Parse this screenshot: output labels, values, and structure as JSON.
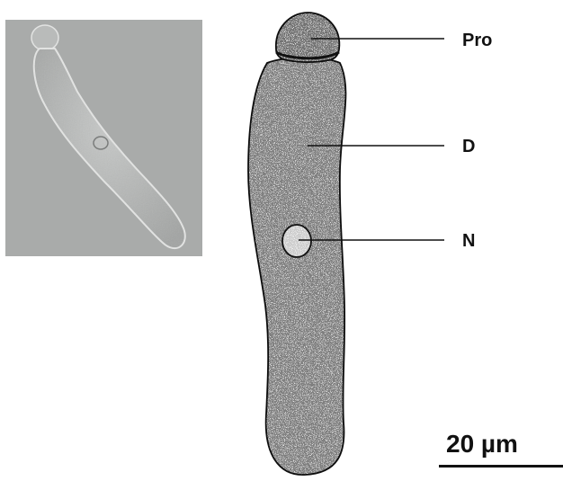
{
  "labels": {
    "protomerite": "Pro",
    "deutomerite": "D",
    "nucleus": "N"
  },
  "scale_bar": {
    "text": "20 µm"
  },
  "colors": {
    "photo_background": "#a9abaa",
    "ink": "#111111"
  }
}
